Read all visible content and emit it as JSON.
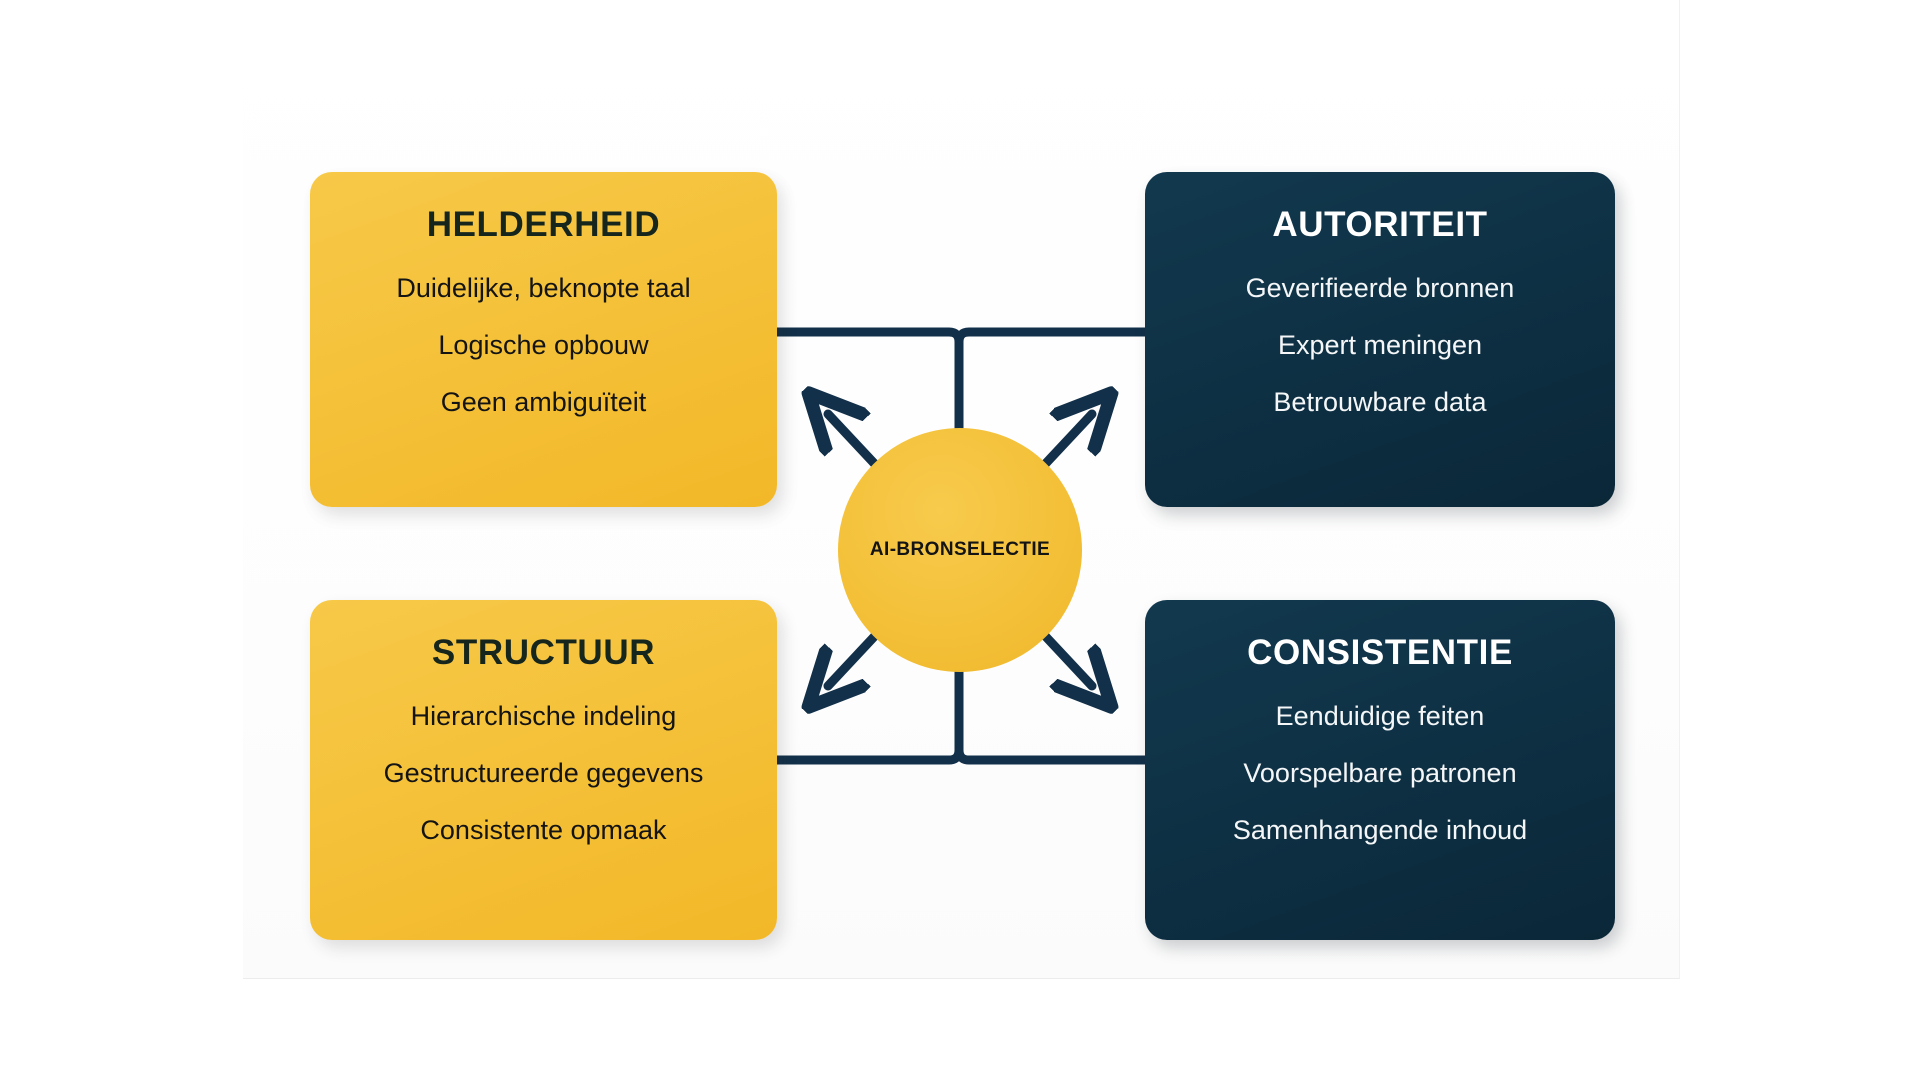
{
  "diagram": {
    "title": "AI-BRONSELECTIE",
    "hub": {
      "label": "AI-BRONSELECTIE"
    },
    "colors": {
      "accent_yellow": "#F3BF36",
      "card_yellow_light": "#F7C948",
      "card_dark_navy": "#0A2738",
      "card_dark_navy_light": "#12394F",
      "connector_navy": "#123049",
      "heading_dark": "#16261D",
      "text_dark": "#141414",
      "text_light": "#F4F6F7",
      "background": "#FFFFFF"
    },
    "cards": [
      {
        "id": "helderheid",
        "title": "HELDERHEID",
        "theme": "light",
        "position": "top-left",
        "items": [
          "Duidelijke, beknopte taal",
          "Logische opbouw",
          "Geen ambiguïteit"
        ]
      },
      {
        "id": "autoriteit",
        "title": "AUTORITEIT",
        "theme": "dark",
        "position": "top-right",
        "items": [
          "Geverifieerde bronnen",
          "Expert meningen",
          "Betrouwbare data"
        ]
      },
      {
        "id": "structuur",
        "title": "STRUCTUUR",
        "theme": "light",
        "position": "bottom-left",
        "items": [
          "Hierarchische indeling",
          "Gestructureerde gegevens",
          "Consistente opmaak"
        ]
      },
      {
        "id": "consistentie",
        "title": "CONSISTENTIE",
        "theme": "dark",
        "position": "bottom-right",
        "items": [
          "Eenduidige feiten",
          "Voorspelbare patronen",
          "Samenhangende inhoud"
        ]
      }
    ],
    "connectors": {
      "arrow_directions": [
        "up-left",
        "up-right",
        "down-left",
        "down-right"
      ],
      "line_style": "orthogonal-elbow"
    }
  }
}
